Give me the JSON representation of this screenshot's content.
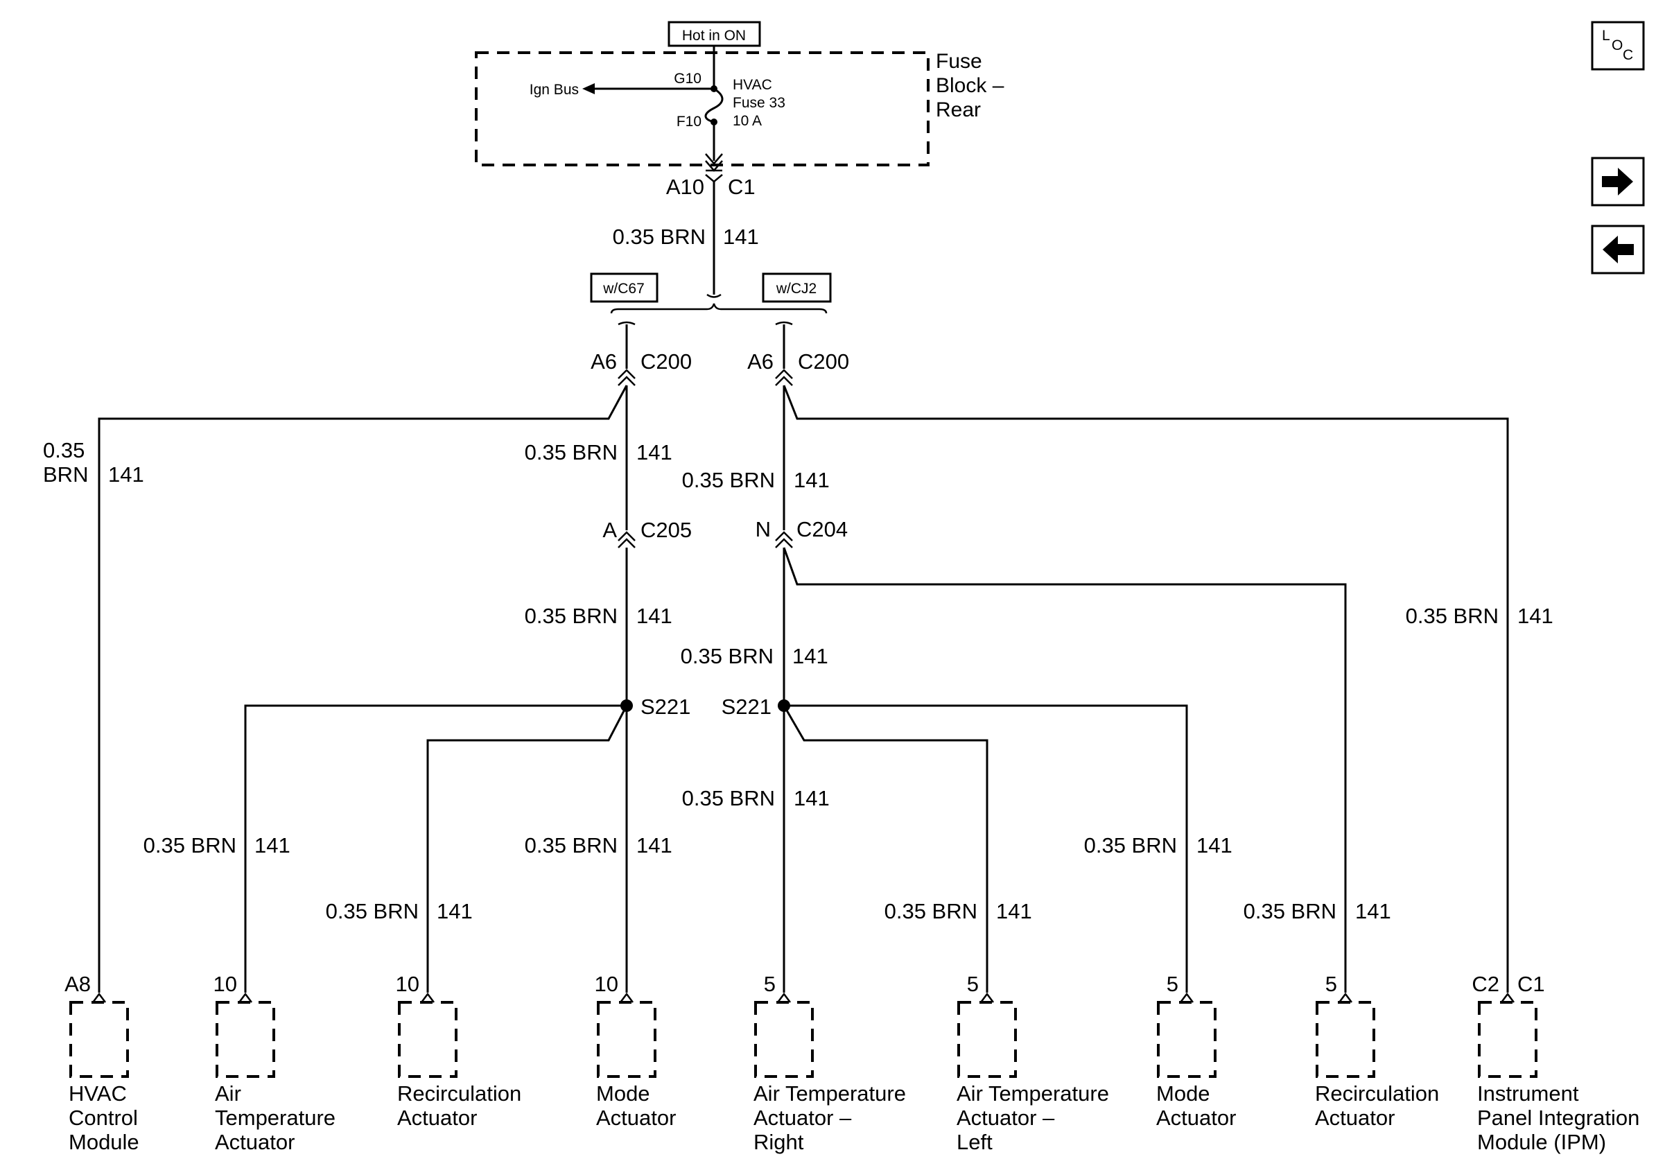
{
  "fuse_block": {
    "hot_label": "Hot in ON",
    "title_lines": [
      "Fuse",
      "Block –",
      "Rear"
    ],
    "ign_bus": "Ign Bus",
    "pin_in": "G10",
    "pin_out": "F10",
    "fuse_lines": [
      "HVAC",
      "Fuse 33",
      "10 A"
    ],
    "conn_pin": "A10",
    "conn_id": "C1"
  },
  "options": {
    "left": "w/C67",
    "right": "w/CJ2"
  },
  "wire": {
    "size_color": "0.35 BRN",
    "size": "0.35",
    "color": "BRN",
    "circuit": "141"
  },
  "connectors": {
    "c200_left": {
      "pin": "A6",
      "id": "C200"
    },
    "c200_right": {
      "pin": "A6",
      "id": "C200"
    },
    "c205": {
      "pin": "A",
      "id": "C205"
    },
    "c204": {
      "pin": "N",
      "id": "C204"
    }
  },
  "splices": {
    "left": "S221",
    "right": "S221"
  },
  "components": [
    {
      "pin": "A8",
      "lines": [
        "HVAC",
        "Control",
        "Module"
      ]
    },
    {
      "pin": "10",
      "lines": [
        "Air",
        "Temperature",
        "Actuator"
      ]
    },
    {
      "pin": "10",
      "lines": [
        "Recirculation",
        "Actuator"
      ]
    },
    {
      "pin": "10",
      "lines": [
        "Mode",
        "Actuator"
      ]
    },
    {
      "pin": "5",
      "lines": [
        "Air Temperature",
        "Actuator –",
        "Right"
      ]
    },
    {
      "pin": "5",
      "lines": [
        "Air Temperature",
        "Actuator –",
        "Left"
      ]
    },
    {
      "pin": "5",
      "lines": [
        "Mode",
        "Actuator"
      ]
    },
    {
      "pin": "5",
      "lines": [
        "Recirculation",
        "Actuator"
      ]
    },
    {
      "pin": "C2",
      "conn": "C1",
      "lines": [
        "Instrument",
        "Panel Integration",
        "Module (IPM)"
      ]
    }
  ],
  "nav": {
    "loc_letters": [
      "L",
      "O",
      "C"
    ],
    "loc_icon": "location-icon",
    "next_icon": "arrow-right-icon",
    "prev_icon": "arrow-left-icon"
  }
}
